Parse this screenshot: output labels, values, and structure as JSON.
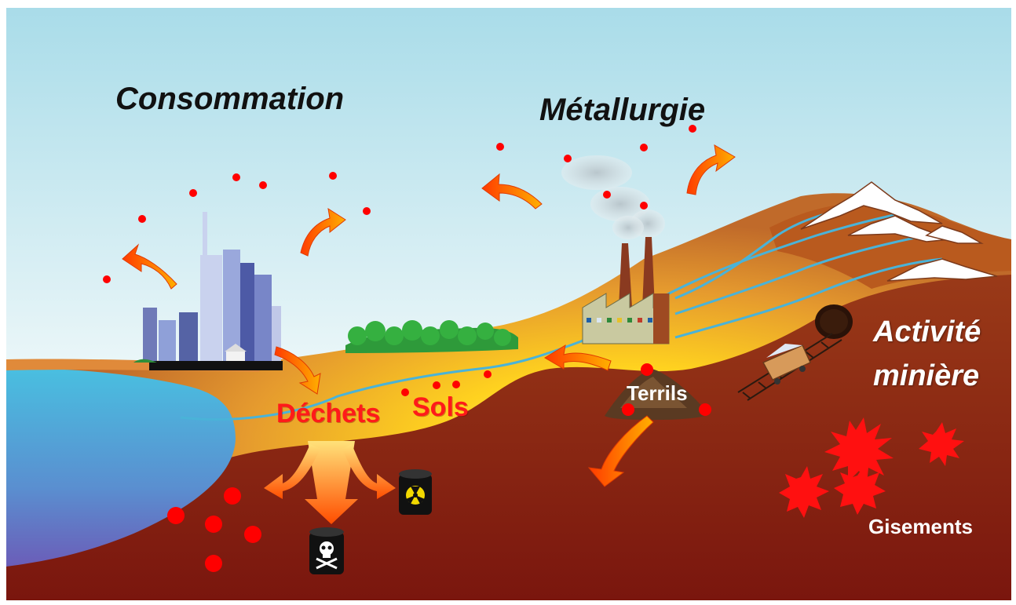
{
  "labels": {
    "consommation": "Consommation",
    "metallurgie": "Métallurgie",
    "activite_line1": "Activité",
    "activite_line2": "minière",
    "dechets": "Déchets",
    "sols": "Sols",
    "terrils": "Terrils",
    "gisements": "Gisements"
  },
  "colors": {
    "pollutant_dot": "#ff0000",
    "arrow_orange": "#ff7a00",
    "sky_top": "#aee0ec",
    "sea": "#3fb3d6",
    "earth": "#8a2a12",
    "glow_yellow": "#ffe14a"
  },
  "icons": {
    "city": "city-skyline-icon",
    "factory": "factory-icon",
    "mine": "mine-cart-icon",
    "toxic": "skull-barrel-icon",
    "radioactive": "radioactive-barrel-icon"
  }
}
